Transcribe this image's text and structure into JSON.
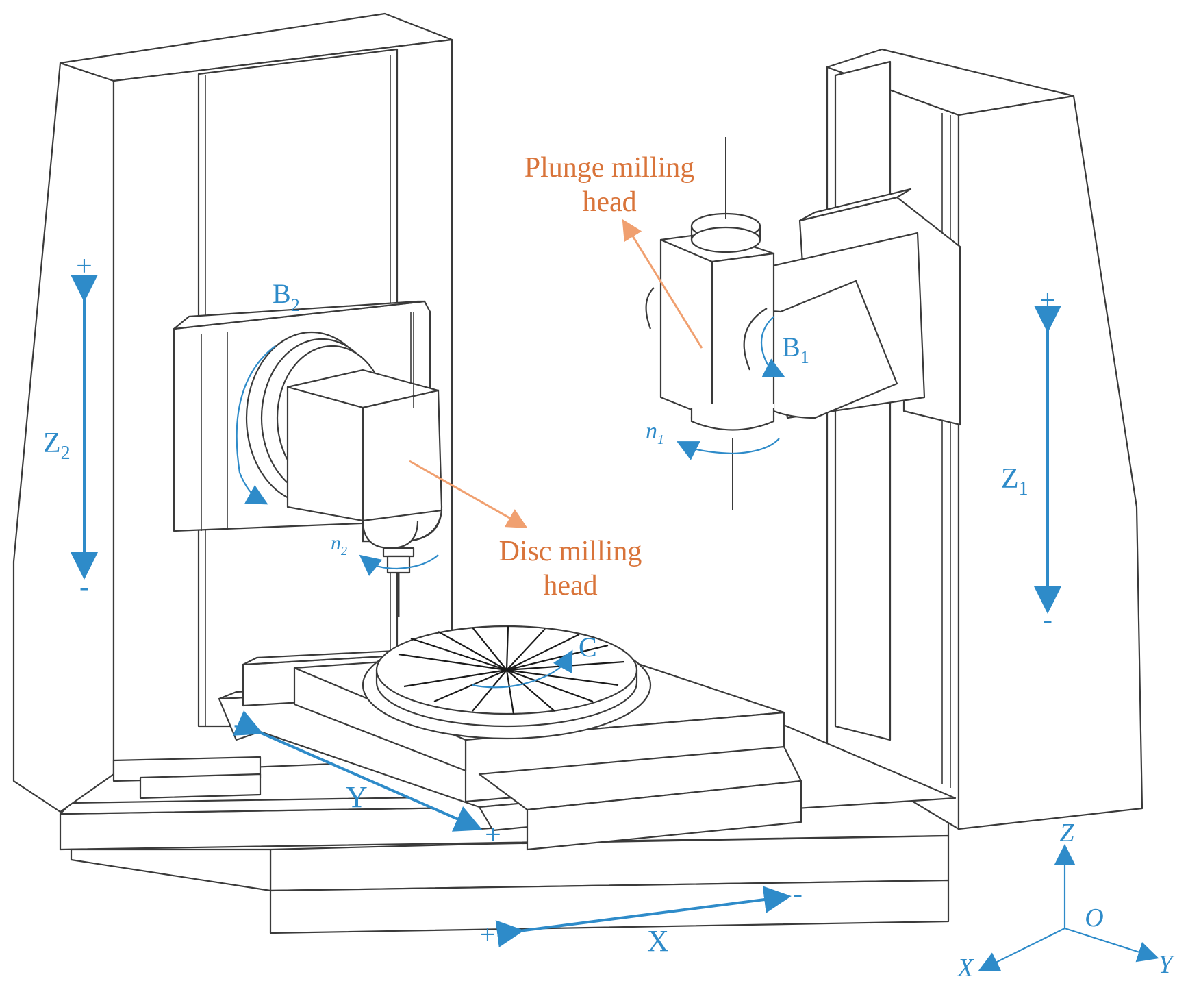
{
  "labels": {
    "plunge_head_line1": "Plunge milling",
    "plunge_head_line2": "head",
    "disc_head_line1": "Disc milling",
    "disc_head_line2": "head",
    "b2": "B",
    "b2_sub": "2",
    "b1": "B",
    "b1_sub": "1",
    "z2": "Z",
    "z2_sub": "2",
    "z1": "Z",
    "z1_sub": "1",
    "n1": "n",
    "n1_sub": "1",
    "n2": "n",
    "n2_sub": "2",
    "c": "C",
    "y": "Y",
    "x": "X",
    "plus": "+",
    "minus": "-"
  },
  "coordinate_system": {
    "z": "Z",
    "o": "O",
    "x": "X",
    "y": "Y"
  },
  "colors": {
    "motion_blue": "#2e8bc9",
    "callout_orange": "#d9743a",
    "outline": "#3a3a3a"
  }
}
